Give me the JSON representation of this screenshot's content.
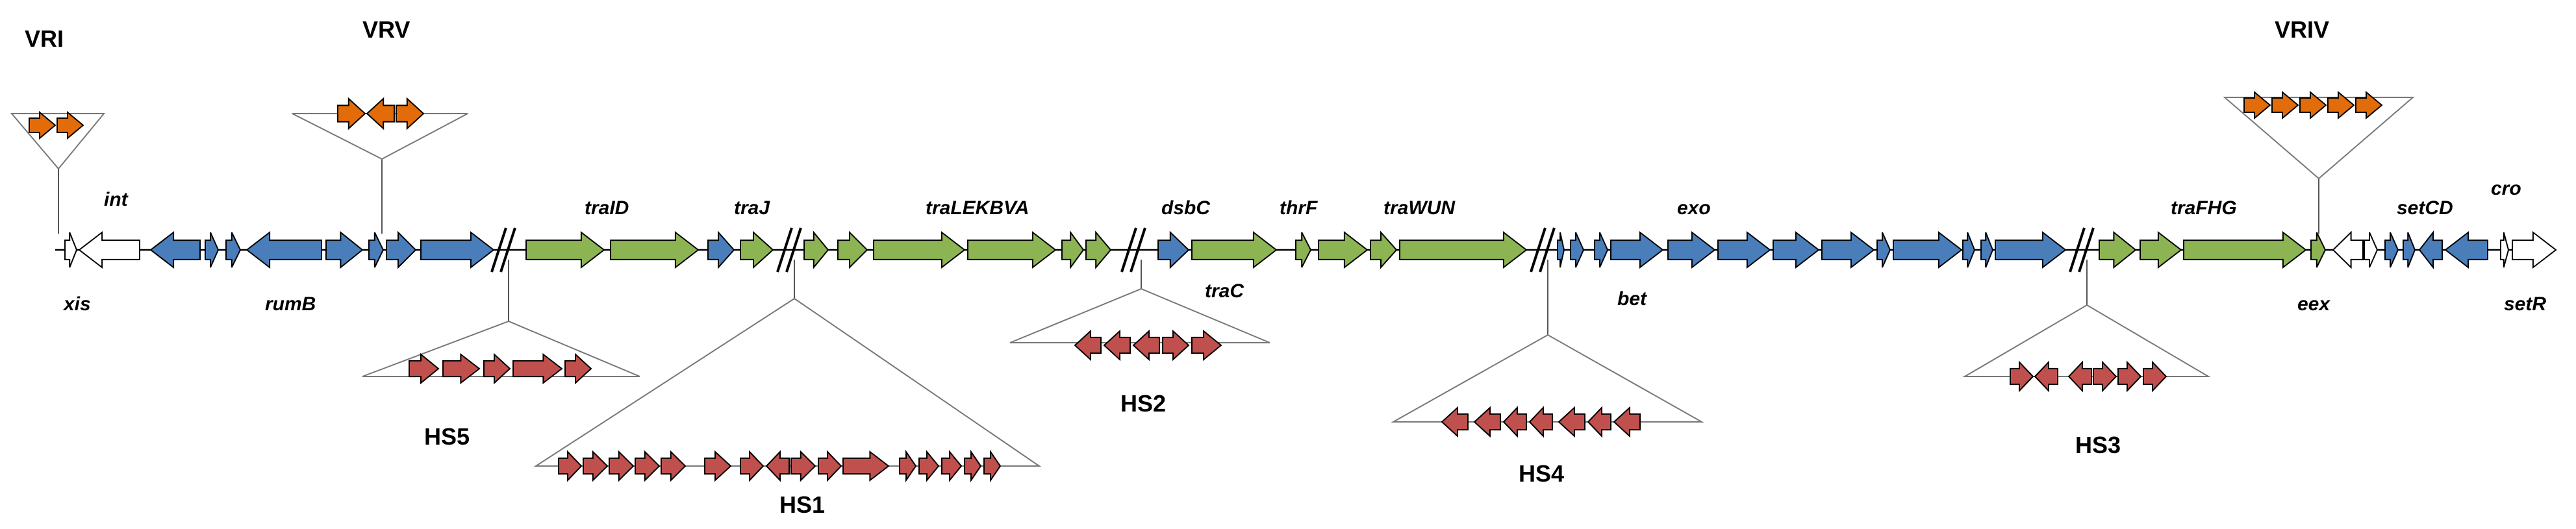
{
  "colors": {
    "core_blue": "#4a7ebb",
    "transfer_green": "#8cb453",
    "variable_orange": "#e36c0a",
    "hotspot_red": "#c0504d",
    "unknown_white": "#ffffff",
    "outline": "#000000"
  },
  "regions": {
    "vri": "VRI",
    "vrv": "VRV",
    "vriv": "VRIV",
    "hs1": "HS1",
    "hs2": "HS2",
    "hs3": "HS3",
    "hs4": "HS4",
    "hs5": "HS5"
  },
  "genes": {
    "int": "int",
    "xis": "xis",
    "rumB": "rumB",
    "traID": "traID",
    "traJ": "traJ",
    "traLEKBVA": "traLEKBVA",
    "dsbC": "dsbC",
    "traC": "traC",
    "thrF": "thrF",
    "traWUN": "traWUN",
    "exo": "exo",
    "bet": "bet",
    "traFHG": "traFHG",
    "eex": "eex",
    "setCD": "setCD",
    "cro": "cro",
    "setR": "setR"
  }
}
